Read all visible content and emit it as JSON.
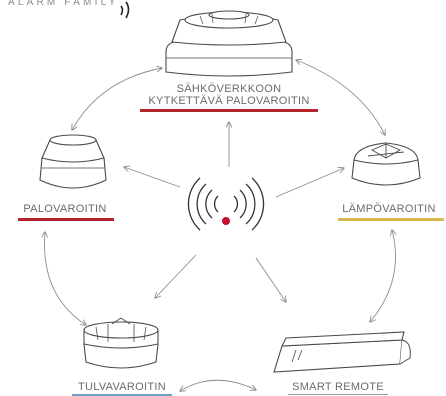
{
  "header": {
    "brand_text": "ALARM FAMILY"
  },
  "nodes": {
    "main": {
      "line1": "SÄHKÖVERKKOON",
      "line2": "KYTKETTÄVÄ PALOVAROITIN",
      "underline_color": "#b5232b",
      "icon": "hardwired-smoke-alarm-icon"
    },
    "smoke": {
      "label": "PALOVAROITIN",
      "underline_color": "#b5232b",
      "icon": "smoke-alarm-icon"
    },
    "heat": {
      "label": "LÄMPÖVAROITIN",
      "underline_color": "#d8b84a",
      "icon": "heat-alarm-icon"
    },
    "water": {
      "label": "TULVAVAROITIN",
      "underline_color": "#6ea2c8",
      "icon": "water-alarm-icon"
    },
    "remote": {
      "label": "SMART REMOTE",
      "underline_color": "#9a9a9a",
      "icon": "smart-remote-icon"
    }
  },
  "hub": {
    "icon": "wireless-signal-icon",
    "dot_color": "#c8102e"
  },
  "colors": {
    "line": "#8d8d8d",
    "device_stroke": "#4a4a4a"
  }
}
